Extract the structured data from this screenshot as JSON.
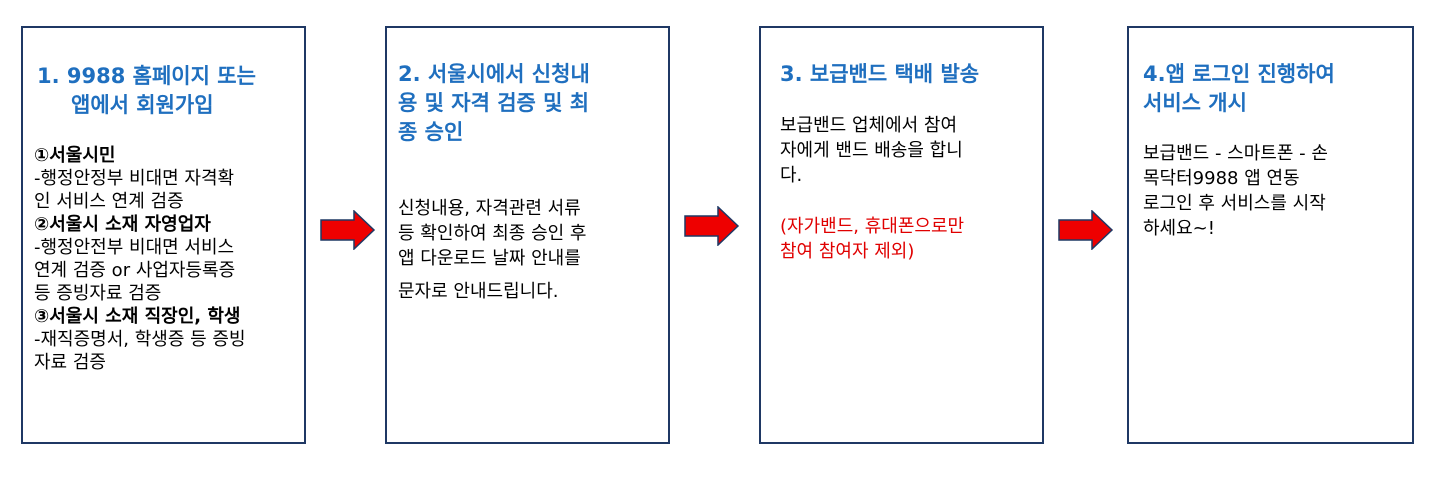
{
  "steps": [
    {
      "title_line1": "1. 9988 홈페이지 또는",
      "title_line2": "앱에서 회원가입",
      "sections": [
        {
          "heading": "①서울시민",
          "lines": [
            "-행정안정부 비대면 자격확",
            "인 서비스 연계 검증"
          ]
        },
        {
          "heading": "②서울시 소재 자영업자",
          "lines": [
            "-행정안전부 비대면 서비스",
            "연계 검증 or 사업자등록증",
            "등 증빙자료 검증"
          ]
        },
        {
          "heading": "③서울시 소재 직장인, 학생",
          "lines": [
            "-재직증명서, 학생증 등 증빙",
            "자료 검증"
          ]
        }
      ]
    },
    {
      "title_lines": [
        "2. 서울시에서 신청내",
        "용 및 자격 검증 및 최",
        "종 승인"
      ],
      "body_lines": [
        "신청내용, 자격관련 서류",
        "등 확인하여 최종 승인 후",
        "앱 다운로드 날짜 안내를",
        "문자로 안내드립니다."
      ]
    },
    {
      "title": "3. 보급밴드 택배 발송",
      "body_lines": [
        "보급밴드 업체에서 참여",
        "자에게 밴드 배송을 합니",
        "다."
      ],
      "note_lines": [
        "(자가밴드, 휴대폰으로만",
        "참여 참여자 제외)"
      ]
    },
    {
      "title_lines": [
        "4.앱 로그인 진행하여",
        "서비스 개시"
      ],
      "body_lines": [
        "보급밴드 - 스마트폰 - 손",
        "목닥터9988 앱 연동",
        "로그인 후 서비스를 시작",
        "하세요~!"
      ]
    }
  ],
  "colors": {
    "title": "#1f6fbf",
    "border": "#1f3864",
    "note": "#e00000",
    "arrow_fill": "#ee0000",
    "arrow_stroke": "#1f3864"
  },
  "icons": {
    "arrow": "right-arrow-icon"
  }
}
